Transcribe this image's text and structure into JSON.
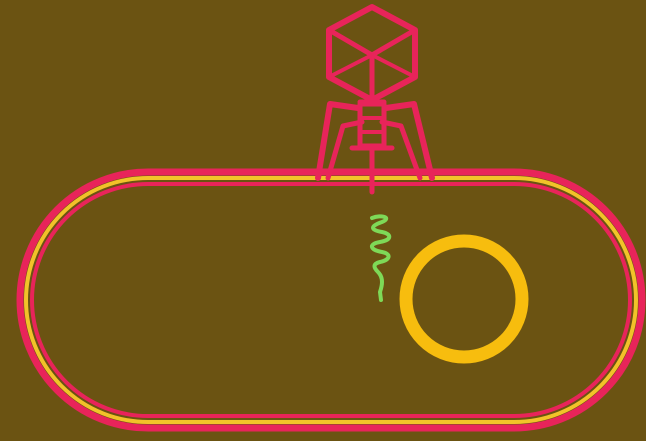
{
  "colors": {
    "background": "#6b5312",
    "membrane_outer": "#e8245a",
    "membrane_inner": "#f2c229",
    "phage": "#e8245a",
    "injected_dna": "#7ed957",
    "plasmid": "#f7bd0e"
  },
  "elements": {
    "bacterium": "bacterial-cell",
    "phage": "bacteriophage",
    "dna": "injected-viral-dna",
    "plasmid": "circular-dna-plasmid"
  }
}
